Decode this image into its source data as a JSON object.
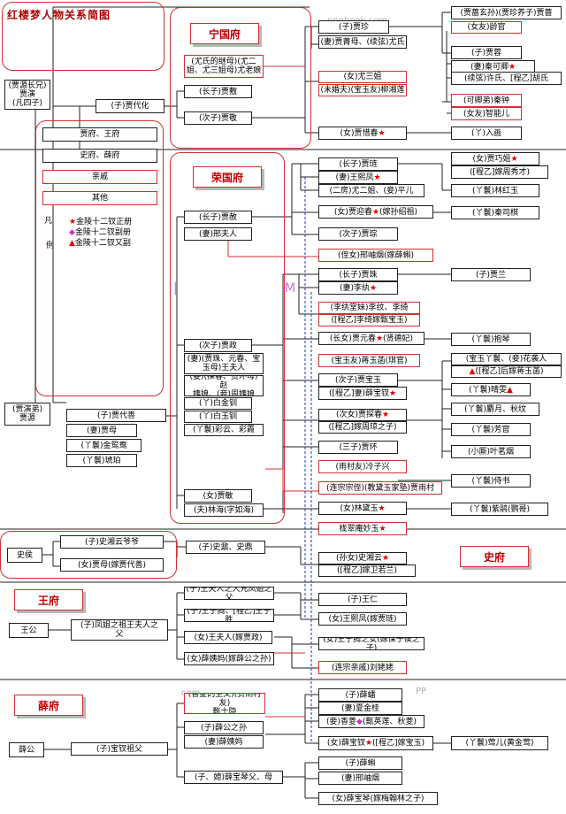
{
  "title": "红楼梦人物关系简图",
  "watermarks": {
    "top": "pnghook.com",
    "bl": "com",
    "br": "PP"
  },
  "deco": {
    "bar": "|",
    "m": "M"
  },
  "houses": {
    "ning": "宁国府",
    "rong": "荣国府",
    "shi": "史侯",
    "shi_fu": "史府",
    "wang_fu": "王府",
    "wang_gong": "王公",
    "xue_fu": "薛府",
    "xue_gong": "薛公"
  },
  "legend": {
    "rows": [
      "贾府、王府",
      "史府、薛府",
      "亲戚",
      "其他"
    ],
    "fan": "凡",
    "li": "例",
    "star_main": "★",
    "star_main_label": "金陵十二钗正册",
    "star_sub": "◆",
    "star_sub_label": "金陵十二钗副册",
    "star_extra": "▲",
    "star_extra_label": "金陵十二钗又副"
  },
  "star": "★",
  "tri": "▲",
  "dia": "◆",
  "people": {
    "jia_yan_box": "(贾源长兄)\n贾演\n(凡四子)",
    "jia_daihua": "(子)贾代化",
    "jia_yuan_box": "(贾演弟)\n贾源",
    "youshi_stepmother": "(尤氏的继母)(尤二\n姐、尤三姐母)尤老娘",
    "jia_fu": "(长子)贾敷",
    "jia_jing": "(次子)贾敬",
    "jia_zhen": "(子)贾珍",
    "jia_zhen_wife": "(妻)贾菁母、(续弦)尤氏",
    "you_sanjie": "(女)尤三姐",
    "you_sanjie_husband": "(未婚夫)(宝玉友)柳湘莲",
    "jia_xichun": "(女)贾惜春",
    "ruhua": "(丫)入画",
    "jia_chang": "(贾蔷玄孙)(贾珍养子)贾蔷",
    "lingguan": "(女友)龄官",
    "jia_rong": "(子)贾蓉",
    "qin_keqing": "(妻)秦可卿",
    "rong_second": "(续弦)许氏、[程乙]胡氏",
    "qin_zhong": "(可卿弟)秦钟",
    "zhinenger": "(女友)智能儿",
    "jia_daishan": "(子)贾代善",
    "jia_mu": "(妻)贾母",
    "yuanyang": "(丫鬟)金鸳鸯",
    "hupo": "(丫鬟)琥珀",
    "jia_she": "(长子)贾赦",
    "xing_furen": "(妻)邢夫人",
    "jia_zheng": "(次子)贾政",
    "jia_zheng_wife": "(妻)(贾珠、元春、宝\n玉母)王夫人",
    "jia_zheng_concubine": "(妾)(探春、贾环母)赵\n姨娘、(妾)周姨娘",
    "jinchuan": "(丫)白金钏",
    "yuchuan": "(丫)白玉钏",
    "caiyun": "(丫鬟)彩云、彩霞",
    "jia_min": "(女)贾敏",
    "lin_ruhai": "(夫)林海(字如海)",
    "jia_lian": "(长子)贾琏",
    "wang_xifeng": "(妻)王熙凤",
    "you_erjie": "(二房)尤二姐、(妾)平儿",
    "jia_yingchun": "(女)贾迎春",
    "yingchun_husband": "(嫁孙绍祖)",
    "jia_cong": "(次子)贾琮",
    "xing_xiuyan": "(侄女)邢岫烟(嫁薛蝌)",
    "jia_qiaojie": "(女)贾巧姐",
    "qiaojie_husband": "([程乙]嫁周秀才)",
    "lin_hongyu": "(丫鬟)林红玉",
    "siqi": "(丫鬟)秦司棋",
    "jia_zhu": "(长子)贾珠",
    "li_wan": "(妻)李纨",
    "li_qi": "(李纨堂妹)李纹、李绮",
    "li_qi_husband": "([程乙]李绮嫁甄宝玉)",
    "jia_lan": "(子)贾兰",
    "yuanchun": "(长女)贾元春",
    "yuanchun_title": "(贤德妃)",
    "baoqin": "(丫鬟)抱琴",
    "jiang_yuhan": "(宝玉友)蒋玉菡(琪官)",
    "jia_baoyu": "(次子)贾宝玉",
    "xue_baochai_wife": "([程乙]妻)薛宝钗",
    "xiren": "(宝玉丫鬟、(妾)花袭人",
    "xiren_husband": "([程乙]后嫁蒋玉菡)",
    "qingwen": "(丫鬟)晴雯",
    "sheyue": "(丫鬟)麝月、秋纹",
    "fangguan": "(丫鬟)芳官",
    "ye_mingyan": "(小厮)叶茗烟",
    "tanchun": "(次女)贾探春",
    "tanchun_husband": "([程乙]嫁周琼之子)",
    "jia_huan": "(三子)贾环",
    "yuzi_xing": "(雨村友)冷子兴",
    "jia_yucun": "(连宗宗侄)(教黛玉家塾)贾雨村",
    "daiyu": "(女)林黛玉",
    "zijuan": "(丫鬟)紫鹃(鹦哥)",
    "miaoyu": "栊翠庵妙玉",
    "shixiang_grandpa": "(子)史湘云爷爷",
    "jia_mu_shi": "(女)贾母(嫁贾代善)",
    "shi_ding": "(子)史鼐、史鼎",
    "shi_xiangyun": "(孙女)史湘云",
    "xiangyun_husband": "([程乙]嫁卫若兰)",
    "shiqiao": "(丫鬟)侍书",
    "wang_ancestor": "(子)凤姐之祖王夫人之\n父",
    "wang_uncle": "(子)王夫人之大兄凤姐之父",
    "wang_ziteng": "(子)王子腾、[程乙]王子胜",
    "wang_furen": "(女)王夫人(嫁贾政)",
    "xue_yima": "(女)薛姨妈(嫁薛公之孙)",
    "wang_ren": "(子)王仁",
    "wang_xifeng_wang": "(女)王熙凤(嫁贾琏)",
    "wang_niece": "(女)王子腾之女(嫁保宁侯之子)",
    "liu_laolao": "(连宗亲戚)刘姥姥",
    "xue_grandpa": "(子)宝钗祖父",
    "zhen_shiyin": "(香菱的生父)(贾雨村友)\n甄士隐",
    "xue_gong_son": "(子)薛公之孙",
    "xue_yima2": "(妻)薛姨妈",
    "xue_pan": "(子)薛蟠",
    "xia_jingui": "(妻)夏金桂",
    "xiangling": "(妾)香菱",
    "xiangling_name": "(甄英莲、秋菱)",
    "xue_baochai": "(女)薛宝钗",
    "baochai_husband": "([程乙]嫁宝玉)",
    "yinger": "(丫鬟)莺儿(黄金莺)",
    "xue_ke_father": "(子、媳)薛宝琴父、母",
    "xue_ke": "(子)薛蝌",
    "xing_xiuyan_wife": "(妻)邢岫烟",
    "xue_baoqin": "(女)薛宝琴(嫁梅翰林之子)"
  }
}
